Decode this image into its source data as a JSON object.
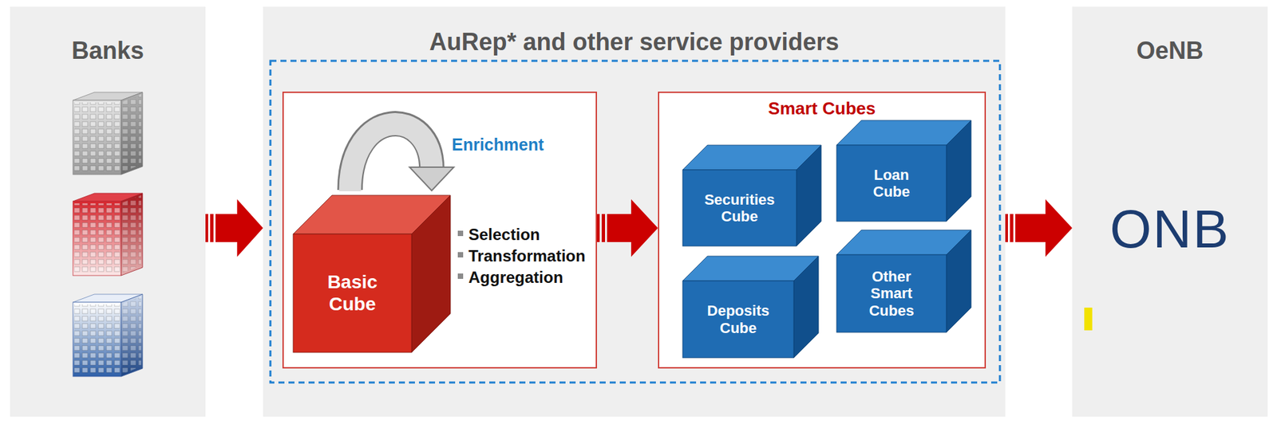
{
  "diagram": {
    "nodes": [
      {
        "text": [
          "Banks"
        ]
      },
      {
        "text": [
          "AuRep* and other service providers"
        ]
      },
      {
        "text": [
          "Enrichment",
          "Selection",
          "Transformation",
          "Aggregation"
        ],
        "in": 1
      },
      {
        "text": [
          "Basic Cube"
        ],
        "in": 2
      },
      {
        "text": [
          "Smart Cubes"
        ],
        "in": 1
      },
      {
        "text": [
          "Securities Cube"
        ],
        "in": 4
      },
      {
        "text": [
          "Loan Cube"
        ],
        "in": 4
      },
      {
        "text": [
          "Deposits Cube"
        ],
        "in": 4
      },
      {
        "text": [
          "Other Smart Cubes"
        ],
        "in": 4
      },
      {
        "text": [
          "OeNB",
          "ONB"
        ]
      }
    ],
    "edges": [
      {
        "from": 0,
        "to": 1,
        "arrow": "to"
      },
      {
        "from": 2,
        "to": 4,
        "arrow": "to"
      },
      {
        "from": 1,
        "to": 9,
        "arrow": "to"
      }
    ]
  }
}
